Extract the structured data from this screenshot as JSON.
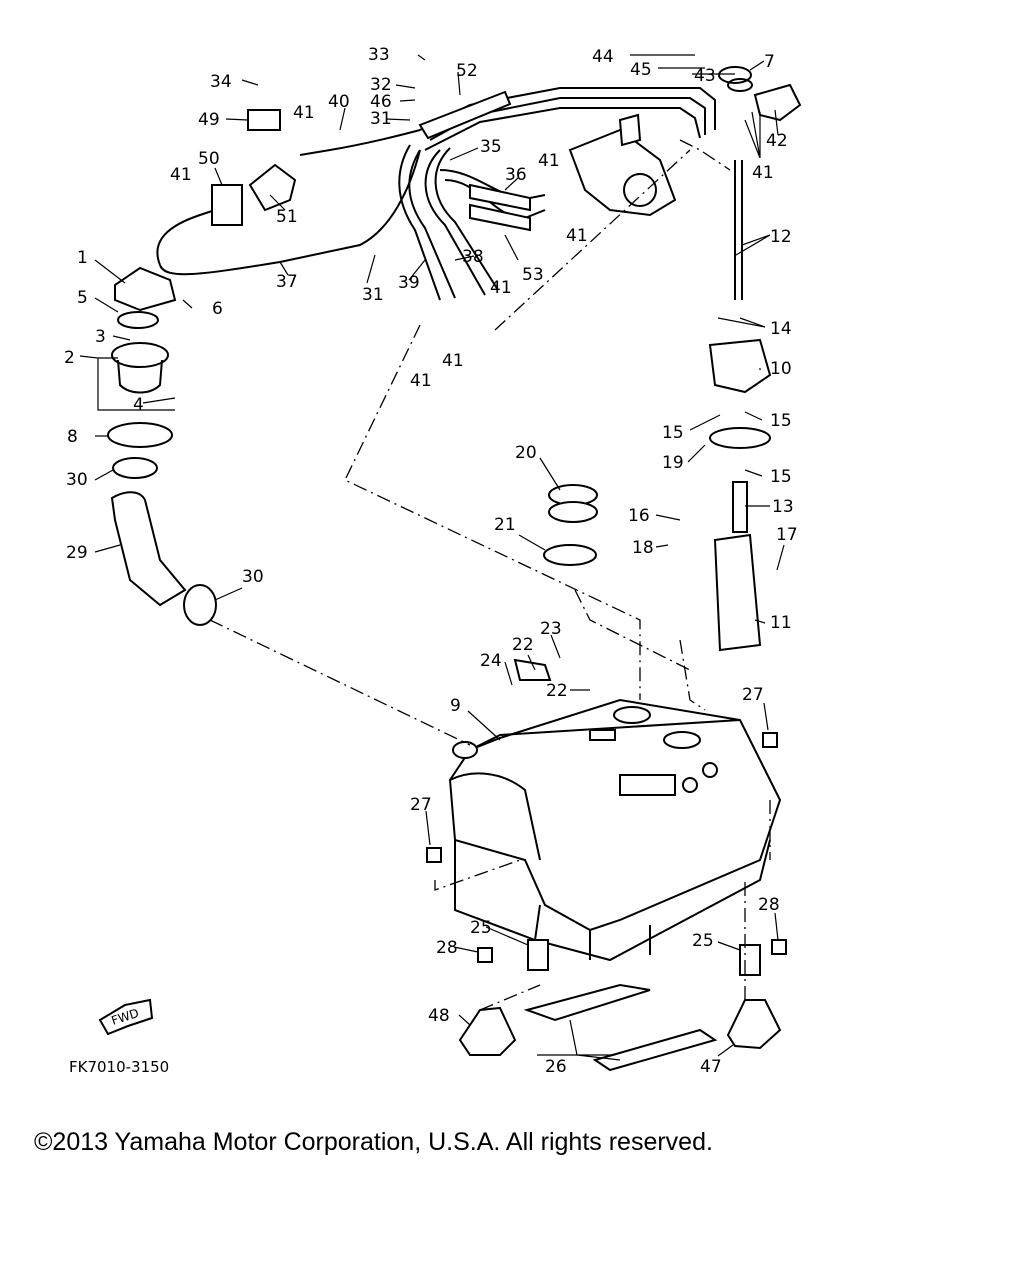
{
  "figure_code": "FK7010-3150",
  "fwd_label": "FWD",
  "copyright": "©2013 Yamaha Motor Corporation, U.S.A. All rights reserved.",
  "callouts": [
    "1",
    "2",
    "3",
    "4",
    "5",
    "6",
    "7",
    "8",
    "9",
    "10",
    "11",
    "12",
    "13",
    "14",
    "15",
    "16",
    "17",
    "18",
    "19",
    "20",
    "21",
    "22",
    "23",
    "24",
    "25",
    "26",
    "27",
    "28",
    "29",
    "30",
    "31",
    "32",
    "33",
    "34",
    "35",
    "36",
    "37",
    "38",
    "39",
    "40",
    "41",
    "42",
    "43",
    "44",
    "45",
    "46",
    "47",
    "48",
    "49",
    "50",
    "51",
    "52",
    "53"
  ]
}
